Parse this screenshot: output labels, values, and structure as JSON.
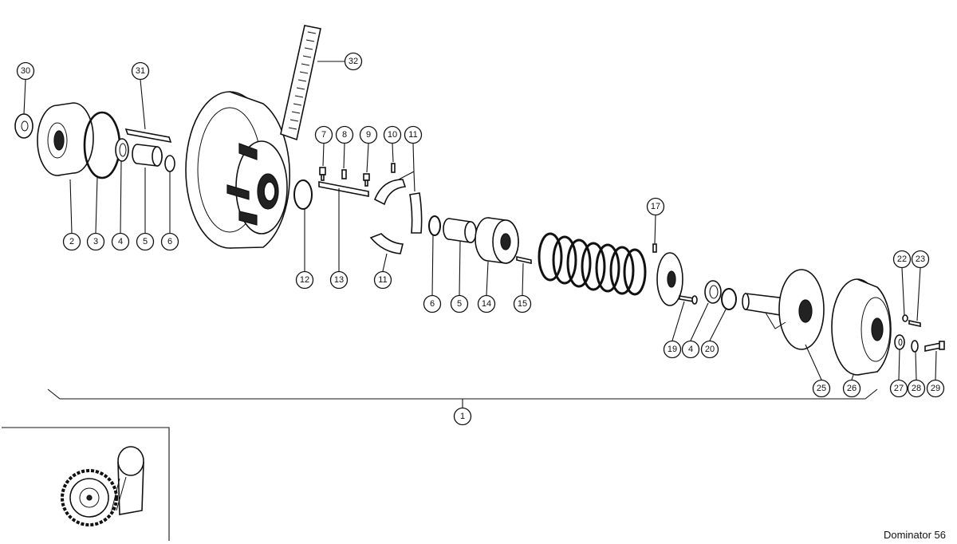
{
  "callouts": [
    {
      "id": "30",
      "label": "30"
    },
    {
      "id": "31",
      "label": "31"
    },
    {
      "id": "32",
      "label": "32"
    },
    {
      "id": "2",
      "label": "2"
    },
    {
      "id": "3",
      "label": "3"
    },
    {
      "id": "4a",
      "label": "4"
    },
    {
      "id": "5a",
      "label": "5"
    },
    {
      "id": "6a",
      "label": "6"
    },
    {
      "id": "7",
      "label": "7"
    },
    {
      "id": "8",
      "label": "8"
    },
    {
      "id": "9",
      "label": "9"
    },
    {
      "id": "10",
      "label": "10"
    },
    {
      "id": "11a",
      "label": "11"
    },
    {
      "id": "12",
      "label": "12"
    },
    {
      "id": "13",
      "label": "13"
    },
    {
      "id": "11b",
      "label": "11"
    },
    {
      "id": "6b",
      "label": "6"
    },
    {
      "id": "5b",
      "label": "5"
    },
    {
      "id": "14",
      "label": "14"
    },
    {
      "id": "15",
      "label": "15"
    },
    {
      "id": "17",
      "label": "17"
    },
    {
      "id": "19",
      "label": "19"
    },
    {
      "id": "4b",
      "label": "4"
    },
    {
      "id": "20",
      "label": "20"
    },
    {
      "id": "25",
      "label": "25"
    },
    {
      "id": "26",
      "label": "26"
    },
    {
      "id": "22",
      "label": "22"
    },
    {
      "id": "23",
      "label": "23"
    },
    {
      "id": "27",
      "label": "27"
    },
    {
      "id": "28",
      "label": "28"
    },
    {
      "id": "29",
      "label": "29"
    },
    {
      "id": "1",
      "label": "1"
    }
  ],
  "footer": {
    "label": "Dominator 56"
  }
}
